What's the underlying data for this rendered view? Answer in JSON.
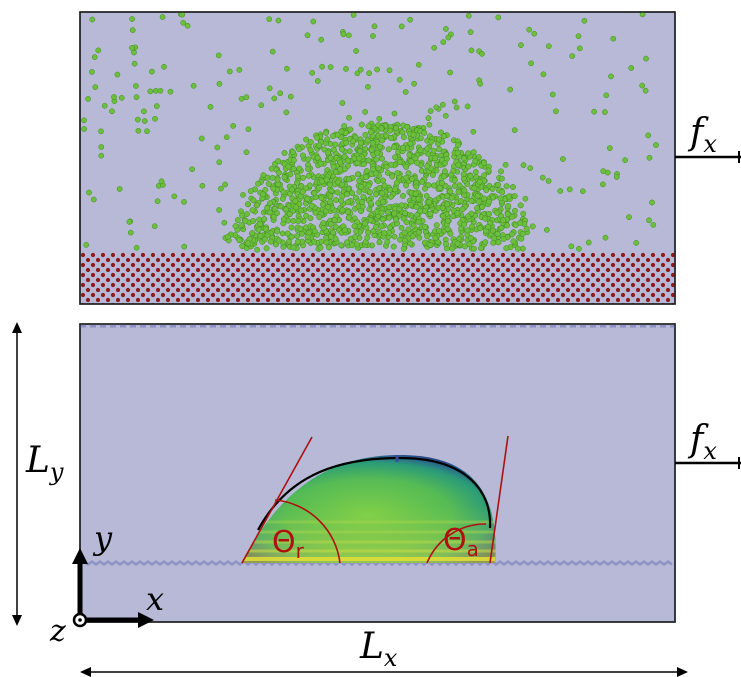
{
  "top_panel": {
    "force_label": {
      "main": "f",
      "sub": "x"
    }
  },
  "bottom_panel": {
    "force_label": {
      "main": "f",
      "sub": "x"
    },
    "height_label": {
      "main": "L",
      "sub": "y"
    },
    "width_label": {
      "main": "L",
      "sub": "x"
    },
    "receding_angle": {
      "main": "Θ",
      "sub": "r"
    },
    "advancing_angle": {
      "main": "Θ",
      "sub": "a"
    },
    "axes": {
      "x": "x",
      "y": "y",
      "z": "z"
    }
  },
  "colors": {
    "background": "#b7b9d6",
    "particle": "#6cbf3c",
    "wall_atom": "#8e1b1b",
    "droplet_core": "#6cc24a",
    "angle_lines": "#b01010",
    "interface": "#000000"
  }
}
